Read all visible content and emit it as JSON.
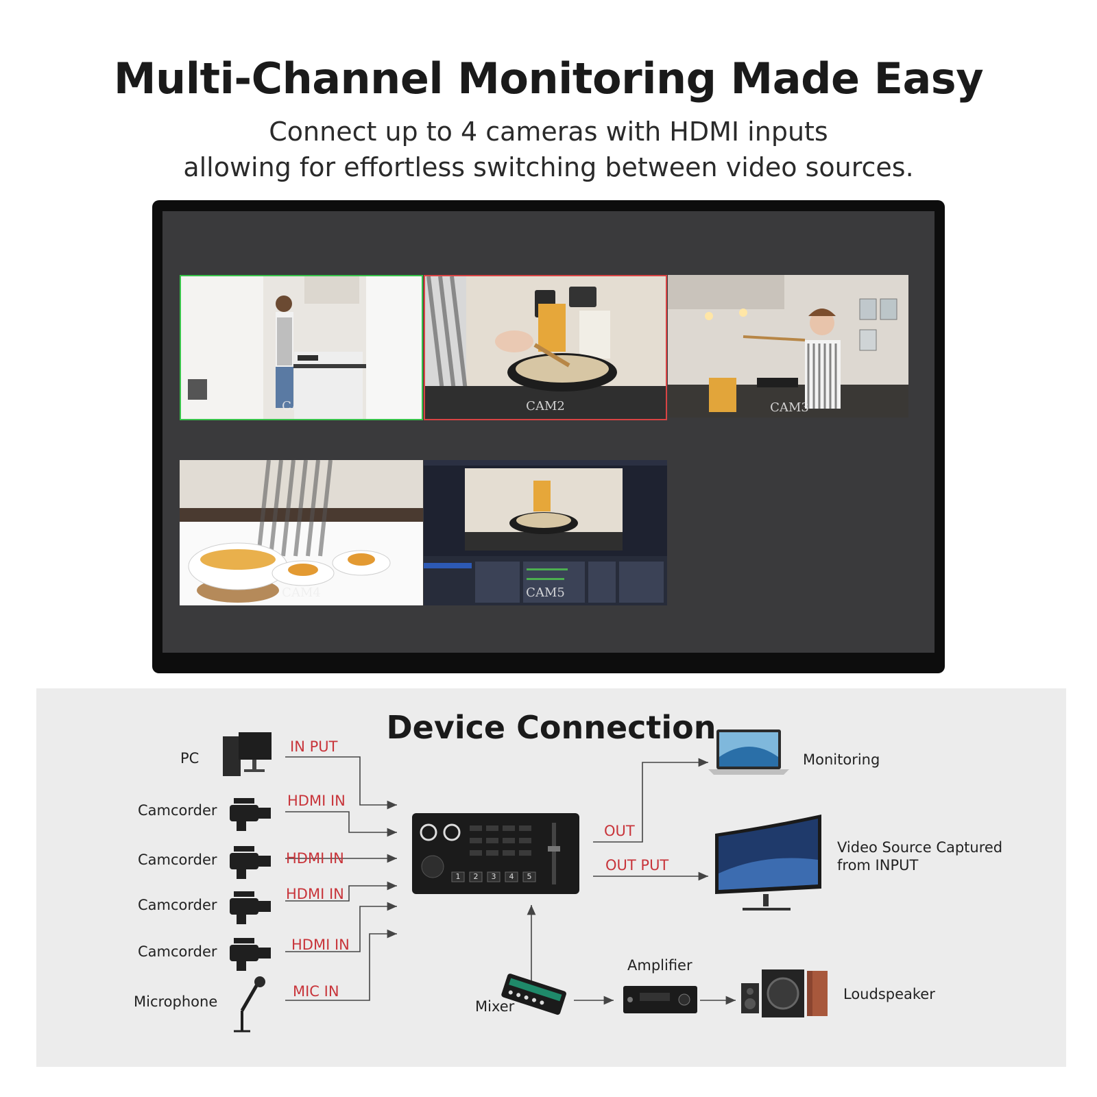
{
  "header": {
    "title": "Multi-Channel Monitoring Made Easy",
    "subtitle_line1": "Connect up to 4 cameras with HDMI inputs",
    "subtitle_line2": "allowing for effortless switching between video sources."
  },
  "monitor": {
    "tiles": [
      {
        "caption": "CAM1",
        "border": "#37c24a"
      },
      {
        "caption": "CAM2",
        "border": "#d94444"
      },
      {
        "caption": "CAM3"
      },
      {
        "caption": "CAM4"
      },
      {
        "caption": "CAM5"
      }
    ]
  },
  "diagram": {
    "title": "Device Connection",
    "inputs": [
      {
        "device": "PC",
        "port": "IN PUT"
      },
      {
        "device": "Camcorder",
        "port": "HDMI IN"
      },
      {
        "device": "Camcorder",
        "port": "HDMI IN"
      },
      {
        "device": "Camcorder",
        "port": "HDMI IN"
      },
      {
        "device": "Camcorder",
        "port": "HDMI IN"
      },
      {
        "device": "Microphone",
        "port": "MIC IN"
      }
    ],
    "outputs": [
      {
        "port": "OUT",
        "device": "Monitoring"
      },
      {
        "port": "OUT PUT",
        "device_line1": "Video Source Captured",
        "device_line2": "from INPUT"
      }
    ],
    "audio_chain": [
      "Mixer",
      "Amplifier",
      "Loudspeaker"
    ],
    "switcher_buttons": [
      "1",
      "2",
      "3",
      "4",
      "5"
    ],
    "colors": {
      "port_label": "#c8343a",
      "line": "#444444",
      "background": "#ececec"
    }
  }
}
